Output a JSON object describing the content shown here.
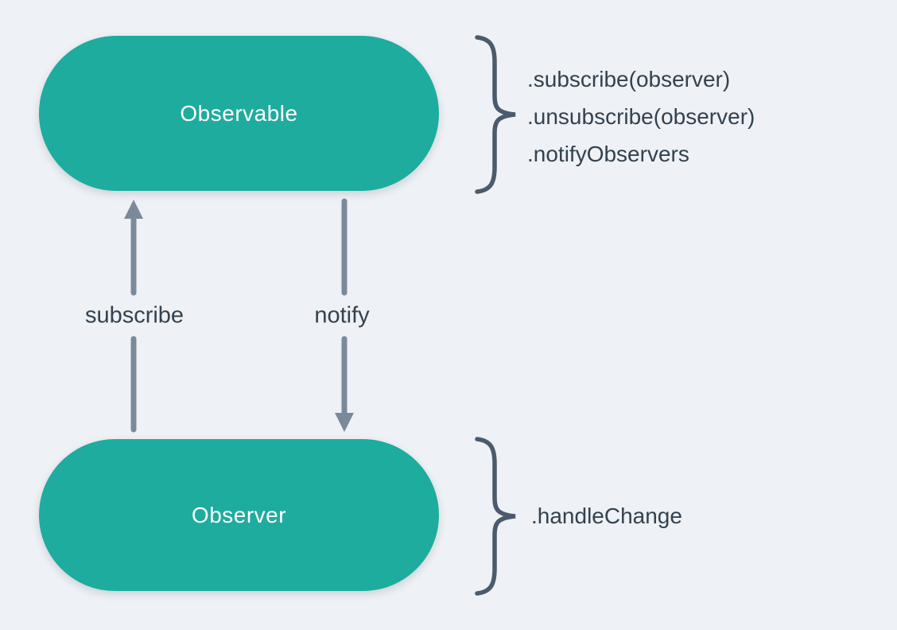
{
  "diagram": {
    "type": "observer-pattern",
    "colors": {
      "background": "#eef1f5",
      "node_fill": "#1eac9e",
      "node_text": "#ffffff",
      "arrow": "#7b8a9a",
      "annotation_text": "#334250",
      "brace": "#4a5b6d"
    },
    "nodes": [
      {
        "id": "observable",
        "label": "Observable"
      },
      {
        "id": "observer",
        "label": "Observer"
      }
    ],
    "edges": [
      {
        "id": "subscribe",
        "label": "subscribe",
        "from": "observer",
        "to": "observable",
        "direction": "up"
      },
      {
        "id": "notify",
        "label": "notify",
        "from": "observable",
        "to": "observer",
        "direction": "down"
      }
    ],
    "annotations": {
      "observable": {
        "methods": [
          ".subscribe(observer)",
          ".unsubscribe(observer)",
          ".notifyObservers"
        ]
      },
      "observer": {
        "methods": [
          ".handleChange"
        ]
      }
    }
  }
}
